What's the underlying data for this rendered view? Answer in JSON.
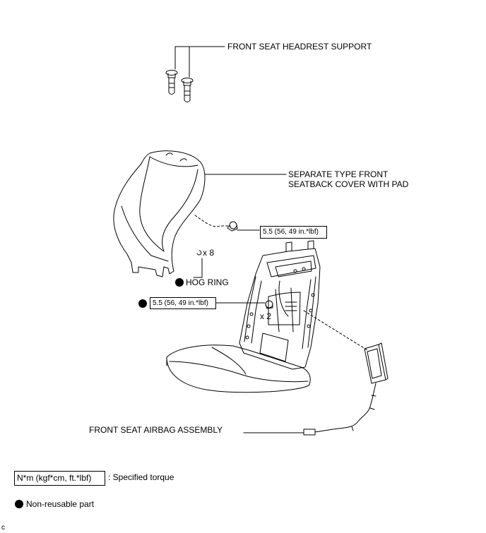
{
  "labels": {
    "headrest_support": "FRONT SEAT HEADREST SUPPORT",
    "seatback_cover_line1": "SEPARATE TYPE FRONT",
    "seatback_cover_line2": "SEATBACK COVER WITH PAD",
    "torque_1": "5.5 (56, 49 in.*lbf)",
    "hog_ring_count": "x 8",
    "hog_ring": "HOG RING",
    "torque_2": "5.5 (56, 49 in.*lbf)",
    "bolt_count": "x 2",
    "airbag": "FRONT SEAT AIRBAG ASSEMBLY"
  },
  "legend": {
    "torque_unit": "N*m (kgf*cm, ft.*lbf)",
    "torque_desc": ": Specified torque",
    "non_reusable_desc": "Non-reusable part"
  },
  "figure_id": "c",
  "colors": {
    "line": "#000000",
    "background": "#ffffff"
  }
}
